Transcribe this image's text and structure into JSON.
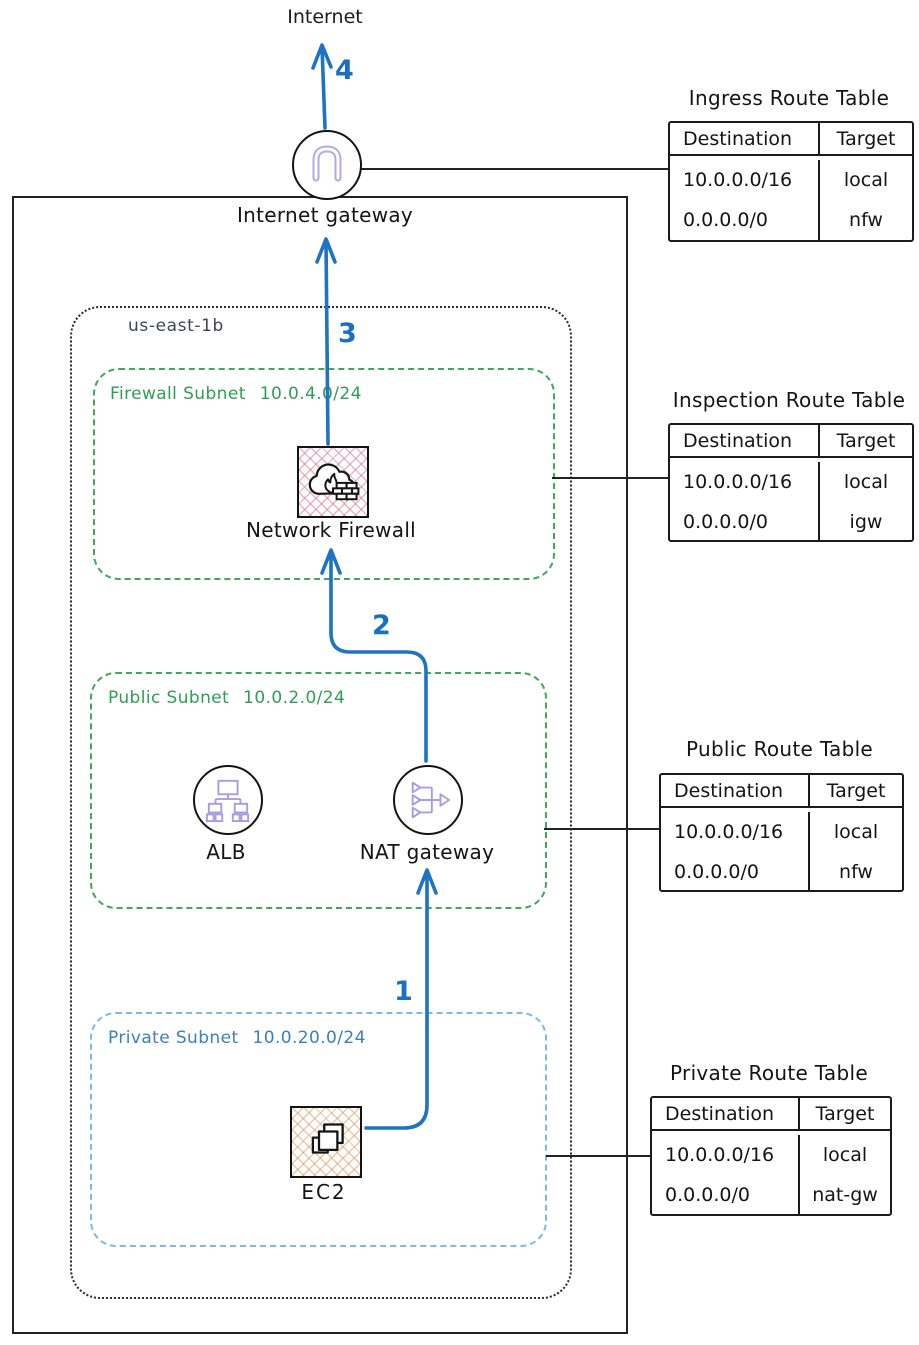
{
  "labels": {
    "internet": "Internet",
    "internet_gateway": "Internet gateway",
    "availability_zone": "us-east-1b",
    "network_firewall": "Network Firewall",
    "alb": "ALB",
    "nat_gateway": "NAT gateway",
    "ec2": "EC2"
  },
  "steps": {
    "step1": "1",
    "step2": "2",
    "step3": "3",
    "step4": "4"
  },
  "subnets": {
    "firewall": {
      "name": "Firewall Subnet",
      "cidr": "10.0.4.0/24"
    },
    "public": {
      "name": "Public Subnet",
      "cidr": "10.0.2.0/24"
    },
    "private": {
      "name": "Private Subnet",
      "cidr": "10.0.20.0/24"
    }
  },
  "route_tables": {
    "ingress": {
      "title": "Ingress Route Table",
      "headers": [
        "Destination",
        "Target"
      ],
      "rows": [
        [
          "10.0.0.0/16",
          "local"
        ],
        [
          "0.0.0.0/0",
          "nfw"
        ]
      ]
    },
    "inspection": {
      "title": "Inspection Route Table",
      "headers": [
        "Destination",
        "Target"
      ],
      "rows": [
        [
          "10.0.0.0/16",
          "local"
        ],
        [
          "0.0.0.0/0",
          "igw"
        ]
      ]
    },
    "public": {
      "title": "Public Route Table",
      "headers": [
        "Destination",
        "Target"
      ],
      "rows": [
        [
          "10.0.0.0/16",
          "local"
        ],
        [
          "0.0.0.0/0",
          "nfw"
        ]
      ]
    },
    "private": {
      "title": "Private Route Table",
      "headers": [
        "Destination",
        "Target"
      ],
      "rows": [
        [
          "10.0.0.0/16",
          "local"
        ],
        [
          "0.0.0.0/0",
          "nat-gw"
        ]
      ]
    }
  },
  "colors": {
    "flow_blue": "#1e73c2",
    "subnet_green_border": "#42a65f",
    "subnet_green_text": "#2e9e56",
    "private_blue_border": "#7db9e8",
    "private_blue_text": "#3a7fc1",
    "line_black": "#232323",
    "az_text": "#3d4852",
    "icon_purple": "#a89ce4",
    "firewall_hatch": "#d66e7d",
    "ec2_hatch": "#de9255"
  }
}
